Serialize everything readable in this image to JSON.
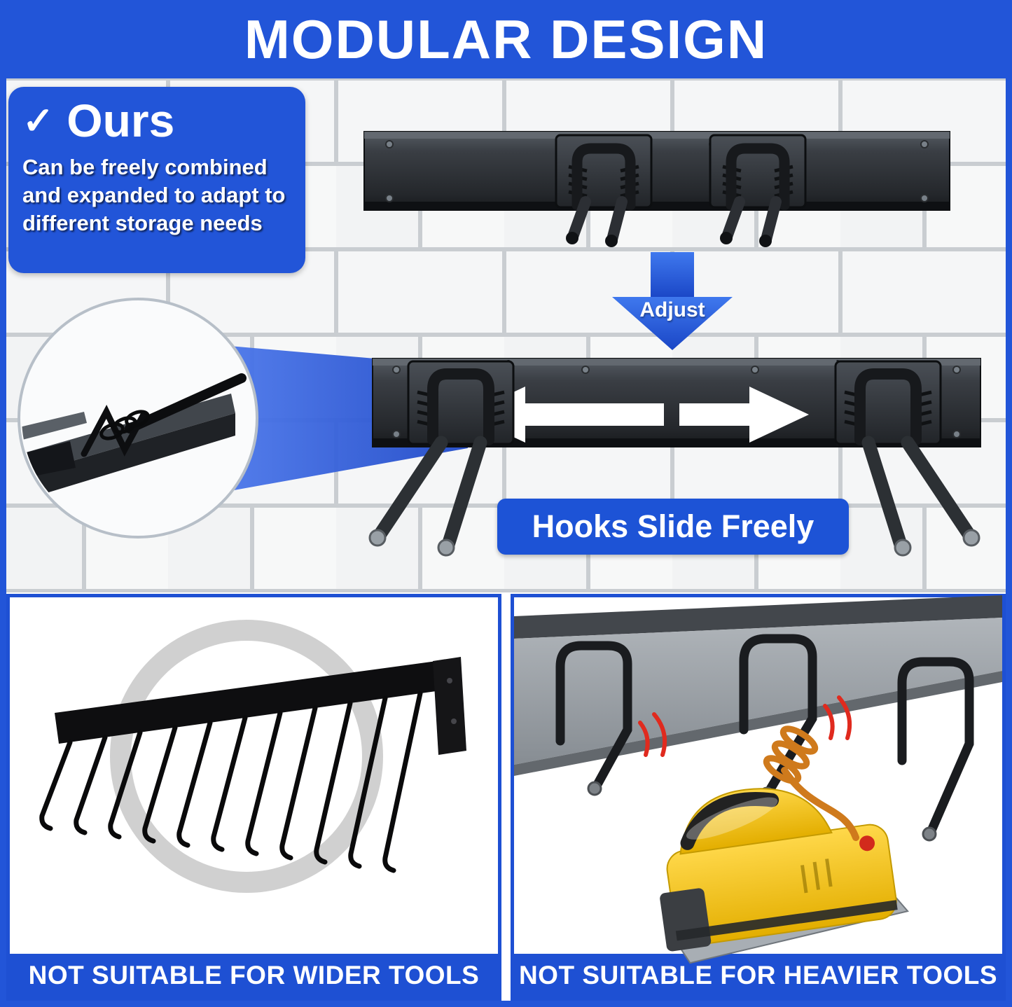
{
  "header": {
    "title": "MODULAR DESIGN"
  },
  "ours_card": {
    "check": "✓",
    "title": "Ours",
    "description": "Can be freely combined and expanded to adapt to different storage needs"
  },
  "labels": {
    "adjust": "Adjust",
    "slide": "Hooks Slide Freely"
  },
  "panels": {
    "left": {
      "caption": "NOT SUITABLE FOR WIDER TOOLS"
    },
    "right": {
      "caption": "NOT SUITABLE FOR HEAVIER TOOLS"
    }
  },
  "colors": {
    "accent_blue": "#2255d8",
    "caption_blue": "#1e50d3",
    "rail_dark": "#24272b",
    "tool_yellow": "#f4c400",
    "cable_orange": "#cf7a1c",
    "warning_red": "#e02a1e",
    "brick_mortar": "#c9cdd1",
    "brick_face": "#f5f6f7"
  }
}
